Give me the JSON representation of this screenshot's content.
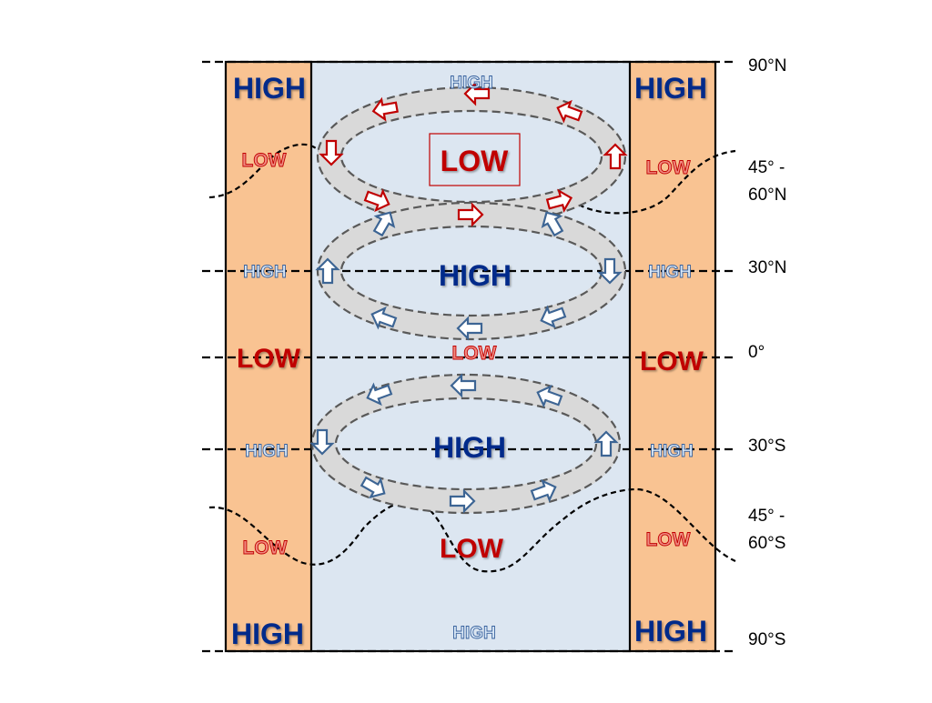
{
  "colors": {
    "land": "#f9c392",
    "ocean": "#dce6f1",
    "high": "#002a8a",
    "high_small_fill": "#dbe9f7",
    "high_small_stroke": "#355f9c",
    "low": "#c00000",
    "low_small_fill": "#f08a80",
    "cell_band": "#d9d9d9",
    "cell_dash": "#595959",
    "arrow_red": "#c00000",
    "arrow_blue": "#3d6594"
  },
  "latitudes": [
    {
      "label": "90°N"
    },
    {
      "label": "45° -\n60°N"
    },
    {
      "label": "30°N"
    },
    {
      "label": "0°"
    },
    {
      "label": "30°S"
    },
    {
      "label": "45° -\n60°S"
    },
    {
      "label": "90°S"
    }
  ],
  "pressure": {
    "left_high_north": "HIGH",
    "left_low_north": "LOW",
    "left_high_30n": "HIGH",
    "left_low_eq": "LOW",
    "left_high_30s": "HIGH",
    "left_low_south": "LOW",
    "left_high_south": "HIGH",
    "center_high_north": "HIGH",
    "center_low_subpolar_n": "LOW",
    "center_high_30n": "HIGH",
    "center_low_eq": "LOW",
    "center_high_30s": "HIGH",
    "center_low_subpolar_s": "LOW",
    "center_high_south": "HIGH",
    "right_high_north": "HIGH",
    "right_low_north": "LOW",
    "right_high_30n": "HIGH",
    "right_low_eq": "LOW",
    "right_high_30s": "HIGH",
    "right_low_south": "LOW",
    "right_high_south": "HIGH"
  }
}
